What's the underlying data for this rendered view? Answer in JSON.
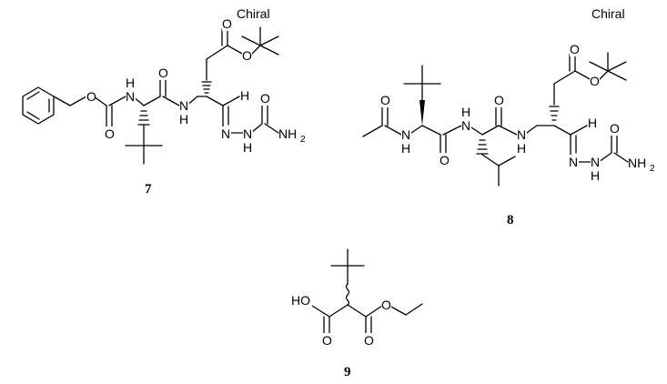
{
  "compounds": [
    {
      "id": "7",
      "chiral_label": "Chiral",
      "atoms": {
        "O1": "O",
        "N1": "N",
        "H1": "H",
        "O2": "O",
        "O3": "O",
        "N2": "N",
        "H2": "H",
        "O4": "O",
        "O5": "O",
        "H3": "H",
        "N3": "N",
        "N4": "N",
        "H4": "H",
        "O6": "O",
        "NH2": "NH",
        "NH2sub": "2"
      }
    },
    {
      "id": "8",
      "chiral_label": "Chiral",
      "atoms": {
        "O1": "O",
        "N1": "N",
        "H1": "H",
        "O2": "O",
        "N2": "N",
        "H2": "H",
        "O3": "O",
        "N3": "N",
        "H3": "H",
        "O4": "O",
        "O5": "O",
        "H4": "H",
        "N4": "N",
        "N5": "N",
        "H5": "H",
        "O6": "O",
        "NH2": "NH",
        "NH2sub": "2"
      }
    },
    {
      "id": "9",
      "atoms": {
        "HO": "HO",
        "O1": "O",
        "O2": "O",
        "O3": "O"
      }
    }
  ]
}
